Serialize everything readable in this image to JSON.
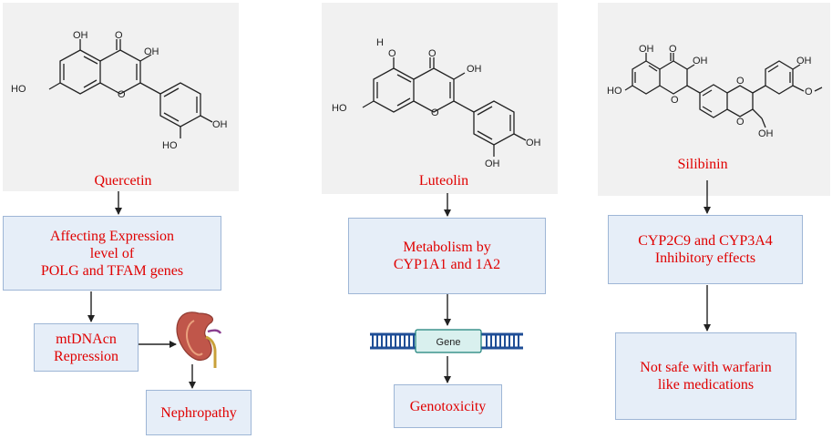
{
  "compounds": [
    {
      "name": "Quercetin"
    },
    {
      "name": "Luteolin"
    },
    {
      "name": "Silibinin"
    }
  ],
  "atom_labels": {
    "o": "O",
    "oh": "OH",
    "h": "H",
    "ho": "HO"
  },
  "quercetin_flow": {
    "effect": "Affecting Expression\nlevel of\nPOLG and TFAM genes",
    "mechanism": "mtDNAcn\nRepression",
    "outcome": "Nephropathy"
  },
  "luteolin_flow": {
    "effect": "Metabolism by\nCYP1A1 and 1A2",
    "gene_label": "Gene",
    "outcome": "Genotoxicity"
  },
  "silibinin_flow": {
    "effect": "CYP2C9 and CYP3A4\nInhibitory effects",
    "outcome": "Not safe with warfarin\nlike medications"
  },
  "colors": {
    "text_red": "#e00000",
    "box_fill": "#e6eef8",
    "box_border": "#9eb6d6",
    "panel": "#f1f1f1",
    "dna_blue": "#1f4e96",
    "gene_fill": "#d9f0ee",
    "kidney": "#c0564a"
  },
  "icons": [
    "kidney-icon",
    "dna-gene-icon"
  ]
}
